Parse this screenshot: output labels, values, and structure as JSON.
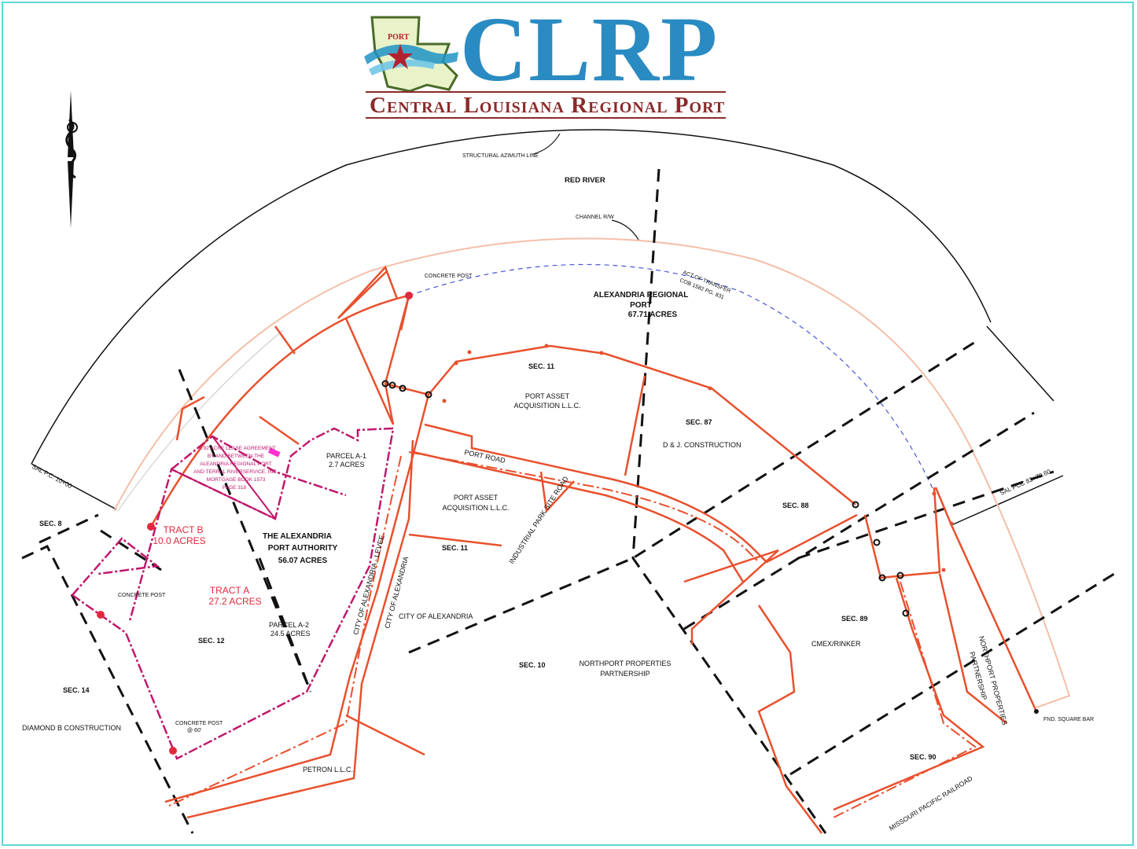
{
  "logo": {
    "badge_text": "PORT",
    "wordmark": "CLRP",
    "subtitle": "Central Louisiana Regional Port"
  },
  "labels": {
    "structural_azimuth": "STRUCTURAL AZIMUTH LINE",
    "red_river": "RED     RIVER",
    "channel_rw": "CHANNEL R/W",
    "concrete_post_top": "CONCRETE POST",
    "act_of_transfer_1": "ACT OF TRANSFER",
    "act_of_transfer_2": "COB 1582 PG. 831",
    "arp_1": "ALEXANDRIA REGIONAL",
    "arp_2": "PORT",
    "arp_3": "67.71 ACRES",
    "sec11_top": "SEC. 11",
    "paa_top_1": "PORT ASSET",
    "paa_top_2": "ACQUISITION L.L.C.",
    "sec87": "SEC. 87",
    "dj": "D & J. CONSTRUCTION",
    "sec88": "SEC. 88",
    "sec89": "SEC. 89",
    "cmex": "CMEX/RINKER",
    "sec90": "SEC. 90",
    "sec10": "SEC. 10",
    "npp_1": "NORTHPORT PROPERTIES",
    "npp_2": "PARTNERSHIP",
    "npp_vert_1": "NORTHPORT PROPERTIES",
    "npp_vert_2": "PARTNERSHIP",
    "sal_pc": "SAL P.C.  10+00",
    "sal_pcc": "SAL PCC 83+79.60",
    "fnd_bar": "FND. SQUARE BAR",
    "sec8": "SEC. 8",
    "sec14": "SEC. 14",
    "diamond_b": "DIAMOND B CONSTRUCTION",
    "sec12": "SEC. 12",
    "tract_b_1": "TRACT B",
    "tract_b_2": "10.0  ACRES",
    "tract_a_1": "TRACT A",
    "tract_a_2": "27.2   ACRES",
    "concrete_post_left": "CONCRETE POST",
    "concrete_post_bottom_1": "CONCRETE POST",
    "concrete_post_bottom_2": "@ 60'",
    "parcel_a2_1": "PARCEL A-2",
    "parcel_a2_2": "24.5 ACRES",
    "parcel_a1_1": "PARCEL  A-1",
    "parcel_a1_2": "2.7 ACRES",
    "apa_1": "THE ALEXANDRIA",
    "apa_2": "PORT AUTHORITY",
    "apa_3": "56.07 ACRES",
    "lease_1": "5.92 ACRE LEASE AGREEMENT",
    "lease_2": "BY AND BETWEEN THE",
    "lease_3": "ALEANDRIA REGIONAL PORT",
    "lease_4": "AND TERRAL RIVERSERVICE, INC.",
    "lease_5": "MORTGAGE BOOK 1573",
    "lease_6": "PAGE 318",
    "port_road": "PORT ROAD",
    "paa_mid_1": "PORT ASSET",
    "paa_mid_2": "ACQUISITION L.L.C.",
    "sec11_mid": "SEC. 11",
    "industrial_park": "INDUSTRIAL PARK SITE ROAD",
    "coa_levee": "CITY OF ALEXANDRIA - LEVEE",
    "coa_vert": "CITY OF ALEXANDRIA",
    "coa_horiz": "CITY OF ALEXANDRIA",
    "petron": "PETRON L.L.C.",
    "mopac": "MISSOURI PACIFIC RAILROAD"
  },
  "colors": {
    "boundary": "#e8502d",
    "tract": "#c0186b",
    "section_line": "#111111",
    "channel": "#f4bfa8",
    "blue_dash": "#4a55d8",
    "frame": "#5fd6d6",
    "logo_blue": "#2a8bc2",
    "logo_red": "#8b2a2a"
  }
}
